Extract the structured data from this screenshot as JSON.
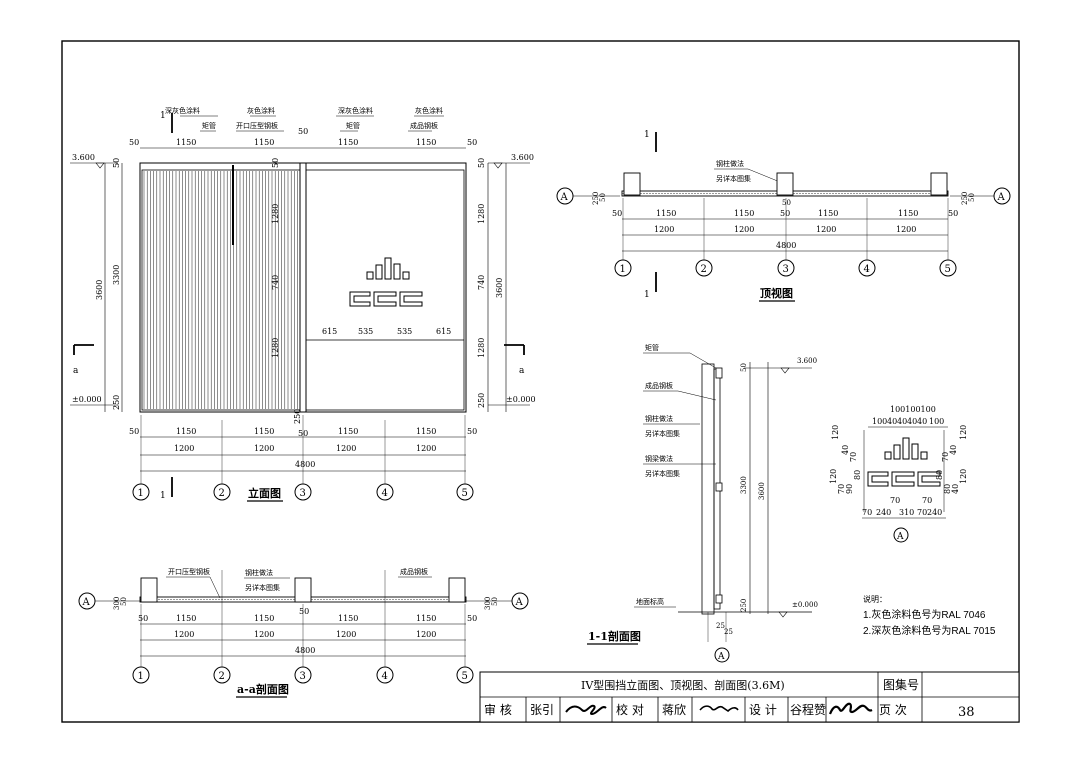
{
  "elevation": {
    "title": "立面图",
    "section_mark": "1",
    "top_labels": [
      "深灰色涂料",
      "矩管",
      "灰色涂料",
      "开口压型钢板",
      "深灰色涂料",
      "矩管",
      "灰色涂料",
      "成品钢板"
    ],
    "top_dims": [
      "50",
      "1150",
      "1150",
      "50",
      "1150",
      "1150",
      "50"
    ],
    "level_top": "3.600",
    "level_bottom": "±0.000",
    "left_dims_outer": "3600",
    "left_dims_inner": "3300",
    "side_small": [
      "50",
      "250"
    ],
    "vert_dims": [
      "1280",
      "740",
      "1280"
    ],
    "mid_dims": [
      "615",
      "535",
      "535",
      "615"
    ],
    "bottom_dims_1": [
      "50",
      "1150",
      "1150",
      "50",
      "1150",
      "1150",
      "50"
    ],
    "bottom_dims_2": [
      "1200",
      "1200",
      "1200",
      "1200"
    ],
    "bottom_total": "4800",
    "axes": [
      "1",
      "2",
      "3",
      "4",
      "5"
    ],
    "bottom_mid_small": "250",
    "section_a": "a"
  },
  "plan": {
    "title": "顶视图",
    "section_mark": "1",
    "label_1": "钢柱做法",
    "label_2": "另详本图集",
    "side_mark": "A",
    "side_dims": [
      "250",
      "50"
    ],
    "dims_1": [
      "50",
      "1150",
      "1150",
      "50",
      "1150",
      "1150",
      "50"
    ],
    "dims_2": [
      "1200",
      "1200",
      "1200",
      "1200"
    ],
    "total": "4800",
    "axes": [
      "1",
      "2",
      "3",
      "4",
      "5"
    ],
    "small_50": "50"
  },
  "section_aa": {
    "title": "a-a剖面图",
    "labels": [
      "开口压型钢板",
      "钢柱做法",
      "另详本图集",
      "成品钢板"
    ],
    "side_mark": "A",
    "side_dims": [
      "300",
      "50"
    ],
    "dims_1": [
      "50",
      "1150",
      "1150",
      "50",
      "1150",
      "1150",
      "50"
    ],
    "dims_2": [
      "1200",
      "1200",
      "1200",
      "1200"
    ],
    "total": "4800",
    "axes": [
      "1",
      "2",
      "3",
      "4",
      "5"
    ]
  },
  "section_11": {
    "title": "1-1剖面图",
    "labels": [
      "矩管",
      "成品钢板",
      "钢柱做法",
      "另详本图集",
      "钢梁做法",
      "另详本图集",
      "地面标高"
    ],
    "level_top": "3.600",
    "level_bottom": "±0.000",
    "dims": [
      "50",
      "3300",
      "3600",
      "250"
    ],
    "bottom": [
      "25",
      "25"
    ],
    "mark": "A"
  },
  "logo_detail": {
    "top_dims": "100100100",
    "top_dims_2": [
      "100",
      "40",
      "40",
      "40",
      "40",
      "100"
    ],
    "left_dims": [
      "120",
      "40",
      "70",
      "120",
      "70",
      "90",
      "80"
    ],
    "right_dims": [
      "120",
      "40",
      "70",
      "120",
      "40",
      "80",
      "80"
    ],
    "bottom_dims": [
      "70",
      "70"
    ],
    "bottom_dims_2": [
      "70",
      "240",
      "310",
      "70",
      "240"
    ],
    "mark": "A"
  },
  "notes": {
    "title": "说明：",
    "lines": [
      "1.灰色涂料色号为RAL 7046",
      "2.深灰色涂料色号为RAL 7015"
    ]
  },
  "title_block": {
    "drawing_title": "IV型围挡立面图、顶视图、剖面图(3.6M)",
    "atlas_label": "图集号",
    "atlas_value": "",
    "review_label": "审  核",
    "reviewer": "张引",
    "check_label": "校  对",
    "checker": "蒋欣",
    "design_label": "设  计",
    "designer": "谷程赞",
    "page_label": "页  次",
    "page_value": "38"
  }
}
